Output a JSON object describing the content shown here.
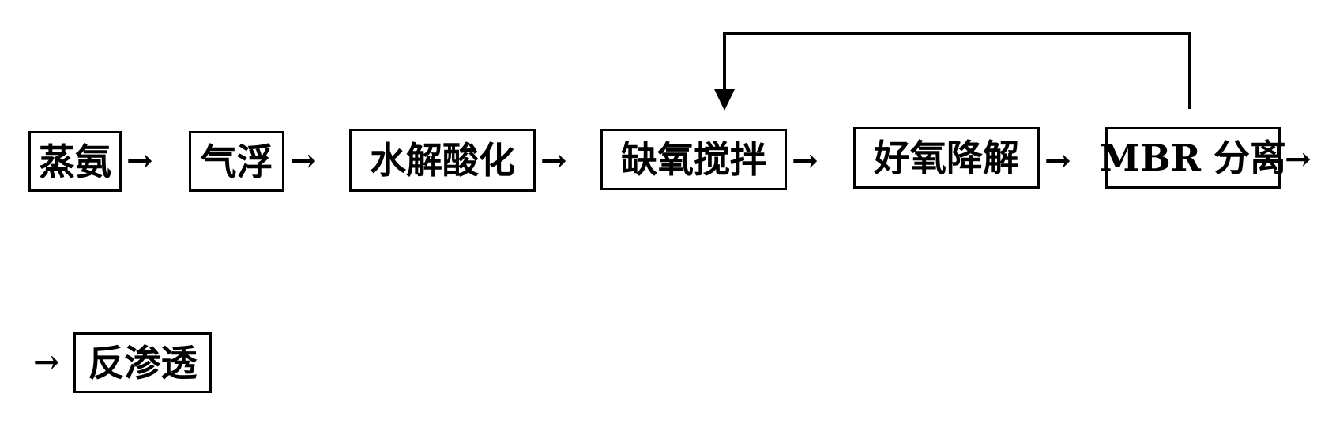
{
  "diagram": {
    "arrow_glyph": "→",
    "steps": [
      "蒸氨",
      "气浮",
      "水解酸化",
      "缺氧搅拌",
      "好氧降解",
      "MBR 分离",
      "反渗透"
    ]
  }
}
